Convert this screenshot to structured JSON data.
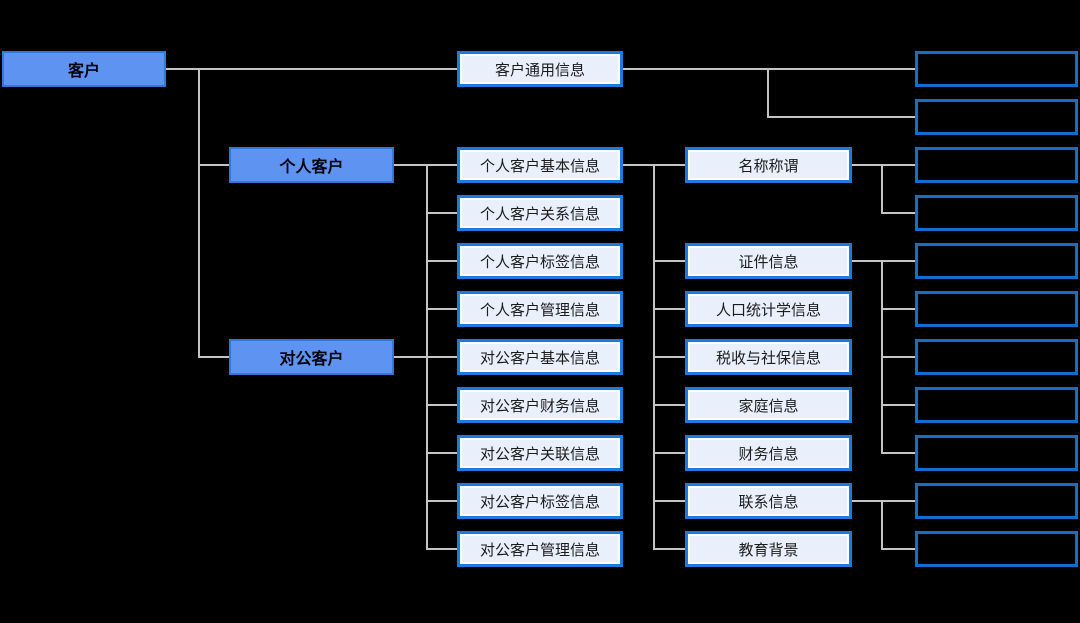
{
  "diagram": {
    "title_hint": "customer-data-model-tree",
    "background_color": "#000000",
    "line_color": "#c4c4c4",
    "node_styles": {
      "filled": {
        "fill": "#5F93F2",
        "border": "#2F79DE",
        "text": "#00040d"
      },
      "light": {
        "fill": "#E9EFFB",
        "border": "#1B7CE0",
        "text": "#1c1c1c"
      },
      "empty": {
        "fill": "#000000",
        "border": "#1170C8"
      }
    },
    "nodes": {
      "customer": "客户",
      "personal_customer": "个人客户",
      "corporate_customer": "对公客户",
      "customer_general_info": "客户通用信息",
      "personal_basic_info": "个人客户基本信息",
      "personal_relation_info": "个人客户关系信息",
      "personal_tag_info": "个人客户标签信息",
      "personal_mgmt_info": "个人客户管理信息",
      "corporate_basic_info": "对公客户基本信息",
      "corporate_finance_info": "对公客户财务信息",
      "corporate_link_info": "对公客户关联信息",
      "corporate_tag_info": "对公客户标签信息",
      "corporate_mgmt_info": "对公客户管理信息",
      "name_title": "名称称谓",
      "certificate_info": "证件信息",
      "demographic_info": "人口统计学信息",
      "tax_social_security_info": "税收与社保信息",
      "family_info": "家庭信息",
      "financial_info": "财务信息",
      "contact_info": "联系信息",
      "education_background": "教育背景"
    },
    "structure": {
      "customer": [
        "customer_general_info",
        "personal_customer",
        "corporate_customer"
      ],
      "personal_and_corporate_customer": [
        "personal_basic_info",
        "personal_relation_info",
        "personal_tag_info",
        "personal_mgmt_info",
        "corporate_basic_info",
        "corporate_finance_info",
        "corporate_link_info",
        "corporate_tag_info",
        "corporate_mgmt_info"
      ],
      "personal_basic_info": [
        "name_title",
        "certificate_info",
        "demographic_info",
        "tax_social_security_info",
        "family_info",
        "financial_info",
        "contact_info",
        "education_background"
      ],
      "placeholder_children_counts": {
        "customer_general_info": 2,
        "name_title": 2,
        "certificate_info": 5,
        "contact_info": 2
      },
      "placeholder_box_total": 11
    }
  }
}
